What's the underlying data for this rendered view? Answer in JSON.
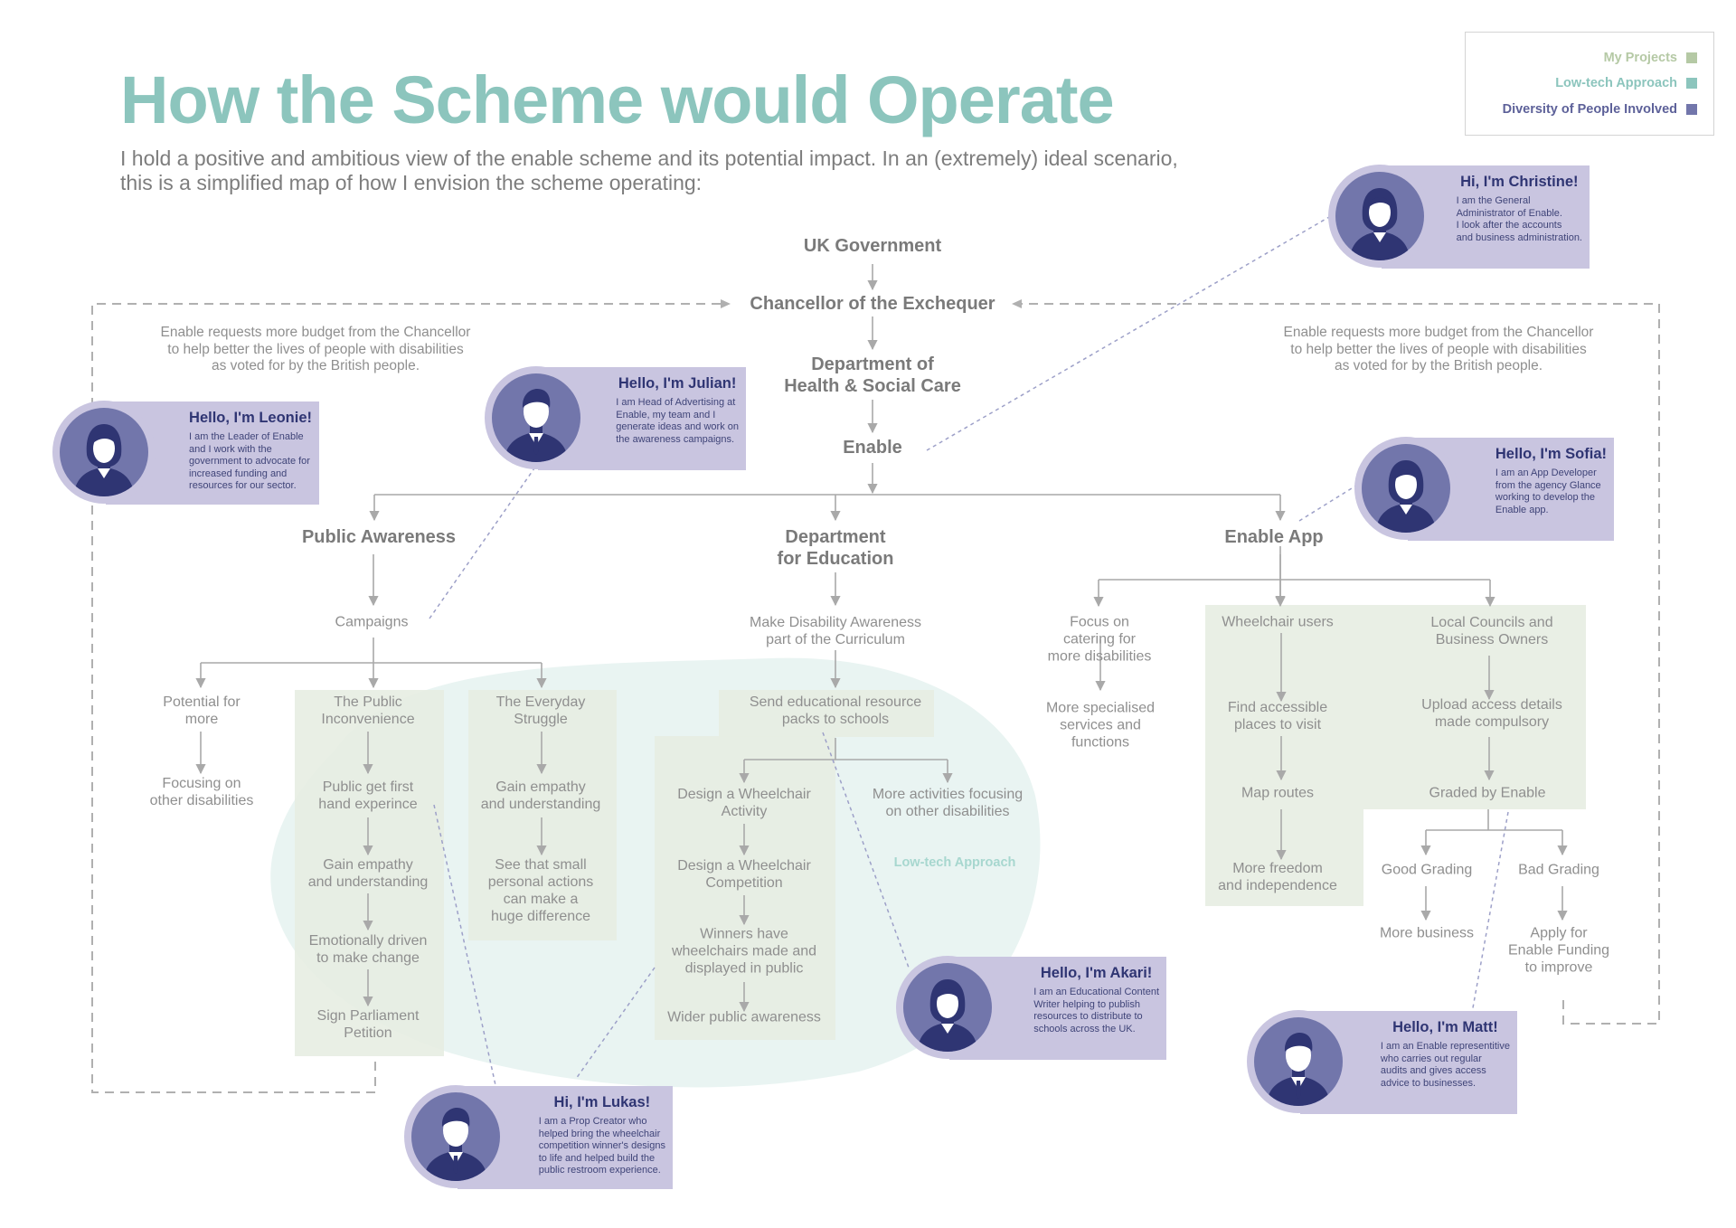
{
  "title": "How the Scheme would Operate",
  "intro": [
    "I hold a positive and ambitious view of the enable scheme and its potential impact. In an (extremely) ideal scenario,",
    "this is a simplified map of how I envision the scheme operating:"
  ],
  "legend": [
    {
      "label": "My Projects",
      "color": "#b5c9a5"
    },
    {
      "label": "Low-tech Approach",
      "color": "#8cc5bd"
    },
    {
      "label": "Diversity of People Involved",
      "color": "#7276ab"
    }
  ],
  "colors": {
    "title": "#8cc5bd",
    "card": "#c9c5e0",
    "avatar": "#7276ab",
    "greeting": "#2f3573",
    "project_box": "#e7ede2",
    "lowtech_blob": "#e9f4f2",
    "connector": "#a9a9a9",
    "person_link": "#9da0c8"
  },
  "nodes": {
    "uk_government": "UK Government",
    "chancellor": "Chancellor of the Exchequer",
    "dhsc": [
      "Department of",
      "Health & Social Care"
    ],
    "enable": "Enable",
    "public_awareness": "Public Awareness",
    "dfe": [
      "Department",
      "for Education"
    ],
    "enable_app": "Enable App",
    "campaigns": "Campaigns",
    "potential_more": [
      "Potential for",
      "more"
    ],
    "focusing_other": [
      "Focusing on",
      "other disabilities"
    ],
    "public_inconvenience": [
      "The Public",
      "Inconvenience"
    ],
    "public_first_hand": [
      "Public get first",
      "hand experince"
    ],
    "gain_empathy_1": [
      "Gain empathy",
      "and understanding"
    ],
    "emotionally_driven": [
      "Emotionally driven",
      "to make change"
    ],
    "sign_petition": [
      "Sign Parliament",
      "Petition"
    ],
    "everyday_struggle": [
      "The Everyday",
      "Struggle"
    ],
    "gain_empathy_2": [
      "Gain empathy",
      "and understanding"
    ],
    "small_actions": [
      "See that small",
      "personal actions",
      "can make a",
      "huge difference"
    ],
    "curriculum": [
      "Make Disability Awareness",
      "part of the Curriculum"
    ],
    "send_packs": [
      "Send educational resource",
      "packs to schools"
    ],
    "design_activity": [
      "Design a Wheelchair",
      "Activity"
    ],
    "more_activities": [
      "More activities focusing",
      "on other disabilities"
    ],
    "design_competition": [
      "Design a Wheelchair",
      "Competition"
    ],
    "winners": [
      "Winners have",
      "wheelchairs made and",
      "displayed in public"
    ],
    "wider_awareness": "Wider public awareness",
    "lowtech_label": "Low-tech Approach",
    "focus_catering": [
      "Focus on",
      "catering for",
      "more disabilities"
    ],
    "more_specialised": [
      "More specialised",
      "services and",
      "functions"
    ],
    "wheelchair_users": "Wheelchair users",
    "find_accessible": [
      "Find accessible",
      "places to visit"
    ],
    "map_routes": "Map routes",
    "more_freedom": [
      "More freedom",
      "and independence"
    ],
    "local_councils": [
      "Local Councils and",
      "Business Owners"
    ],
    "upload_access": [
      "Upload access details",
      "made compulsory"
    ],
    "graded": "Graded by Enable",
    "good_grading": "Good Grading",
    "bad_grading": "Bad Grading",
    "more_business": "More business",
    "apply_funding": [
      "Apply for",
      "Enable Funding",
      "to improve"
    ]
  },
  "notes": {
    "left": [
      "Enable requests more budget from the Chancellor",
      "to help better the lives of people with disabilities",
      "as voted for by the British people."
    ],
    "right": [
      "Enable requests more budget from the Chancellor",
      "to help better the lives of people with disabilities",
      "as voted for by the British people."
    ]
  },
  "people": [
    {
      "id": "leonie",
      "gender": "female",
      "greeting": "Hello, I'm Leonie!",
      "lines": [
        "I am the Leader of Enable",
        "and I work with the",
        "government to advocate for",
        "increased funding and",
        "resources for our sector."
      ]
    },
    {
      "id": "julian",
      "gender": "male",
      "greeting": "Hello, I'm Julian!",
      "lines": [
        "I am Head of Advertising at",
        "Enable, my team and I",
        "generate ideas and work on",
        "the awareness campaigns."
      ]
    },
    {
      "id": "christine",
      "gender": "female",
      "greeting": "Hi, I'm Christine!",
      "lines": [
        "I am the General",
        "Administrator of Enable.",
        "I look after the accounts",
        "and business administration."
      ]
    },
    {
      "id": "sofia",
      "gender": "female",
      "greeting": "Hello, I'm Sofia!",
      "lines": [
        "I am an App Developer",
        "from the agency Glance",
        "working to develop the",
        "Enable app."
      ]
    },
    {
      "id": "akari",
      "gender": "female",
      "greeting": "Hello, I'm Akari!",
      "lines": [
        "I am an Educational Content",
        "Writer helping to publish",
        "resources to distribute to",
        "schools across the UK."
      ]
    },
    {
      "id": "matt",
      "gender": "male",
      "greeting": "Hello, I'm Matt!",
      "lines": [
        "I am an Enable representitive",
        "who carries out regular",
        "audits and gives access",
        "advice to businesses."
      ]
    },
    {
      "id": "lukas",
      "gender": "male",
      "greeting": "Hi, I'm Lukas!",
      "lines": [
        "I am a Prop Creator who",
        "helped bring the wheelchair",
        "competition winner's designs",
        "to life and helped build the",
        "public restroom experience."
      ]
    }
  ]
}
